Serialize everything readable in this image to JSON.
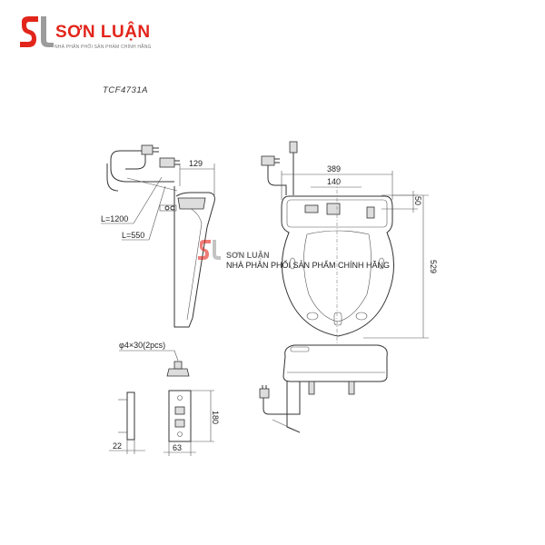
{
  "brand": {
    "name": "SƠN LUẬN",
    "tagline": "NHÀ PHÂN PHỐI SẢN PHẨM CHÍNH HÃNG",
    "color": "#e2251b"
  },
  "model": "TCF4731A",
  "dimensions": {
    "side_depth": "129",
    "cord_long": "L=1200",
    "cord_short": "L=550",
    "top_width": "389",
    "top_inner": "140",
    "top_small": "50",
    "top_length": "529",
    "bolt_note": "φ4×30(2pcs)",
    "plate_height": "180",
    "plate_side": "22",
    "plate_width": "63"
  }
}
